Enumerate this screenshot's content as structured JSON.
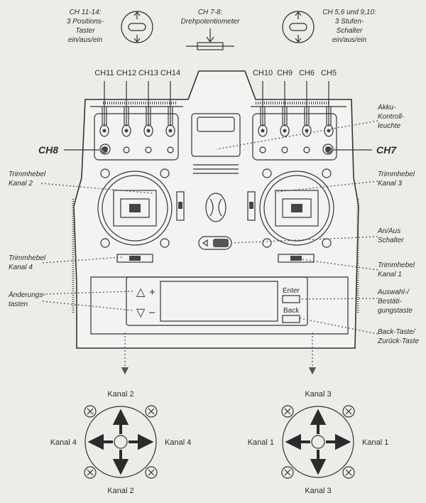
{
  "top": {
    "ch11_14": [
      "CH 11-14:",
      "3 Positions-",
      "Taster",
      "ein/aus/ein"
    ],
    "ch7_8": "CH 7-8:",
    "poti": "Drehpotentiometer",
    "ch5_10": [
      "CH 5,6 und 9,10:",
      "3 Stufen-",
      "Schalter",
      "ein/aus/ein"
    ]
  },
  "channels_left": [
    "CH11",
    "CH12",
    "CH13",
    "CH14"
  ],
  "channels_right": [
    "CH10",
    "CH9",
    "CH6",
    "CH5"
  ],
  "ch8": "CH8",
  "ch7": "CH7",
  "left_labels": {
    "trimm2": [
      "Trimmhebel",
      "Kanal 2"
    ],
    "trimm4": [
      "Trimmhebel",
      "Kanal 4"
    ],
    "aenderung": [
      "Änderungs-",
      "tasten"
    ]
  },
  "right_labels": {
    "akku": [
      "Akku-",
      "Kontroll-",
      "leuchte"
    ],
    "trimm3": [
      "Trimmhebel",
      "Kanal 3"
    ],
    "anaus": [
      "An/Aus",
      "Schalter"
    ],
    "trimm1": [
      "Trimmhebel",
      "Kanal 1"
    ],
    "auswahl": [
      "Auswahl-/",
      "Bestäti-",
      "gungstaste"
    ],
    "back": [
      "Back-Taste/",
      "Zurück-Taste"
    ]
  },
  "buttons": {
    "enter": "Enter",
    "back": "Back",
    "plus": "+",
    "minus": "–",
    "up": "△",
    "down": "▽"
  },
  "stick_left": {
    "top": "Kanal 2",
    "bottom": "Kanal 2",
    "left": "Kanal 4",
    "right": "Kanal 4"
  },
  "stick_right": {
    "top": "Kanal 3",
    "bottom": "Kanal 3",
    "left": "Kanal 1",
    "right": "Kanal 1"
  }
}
